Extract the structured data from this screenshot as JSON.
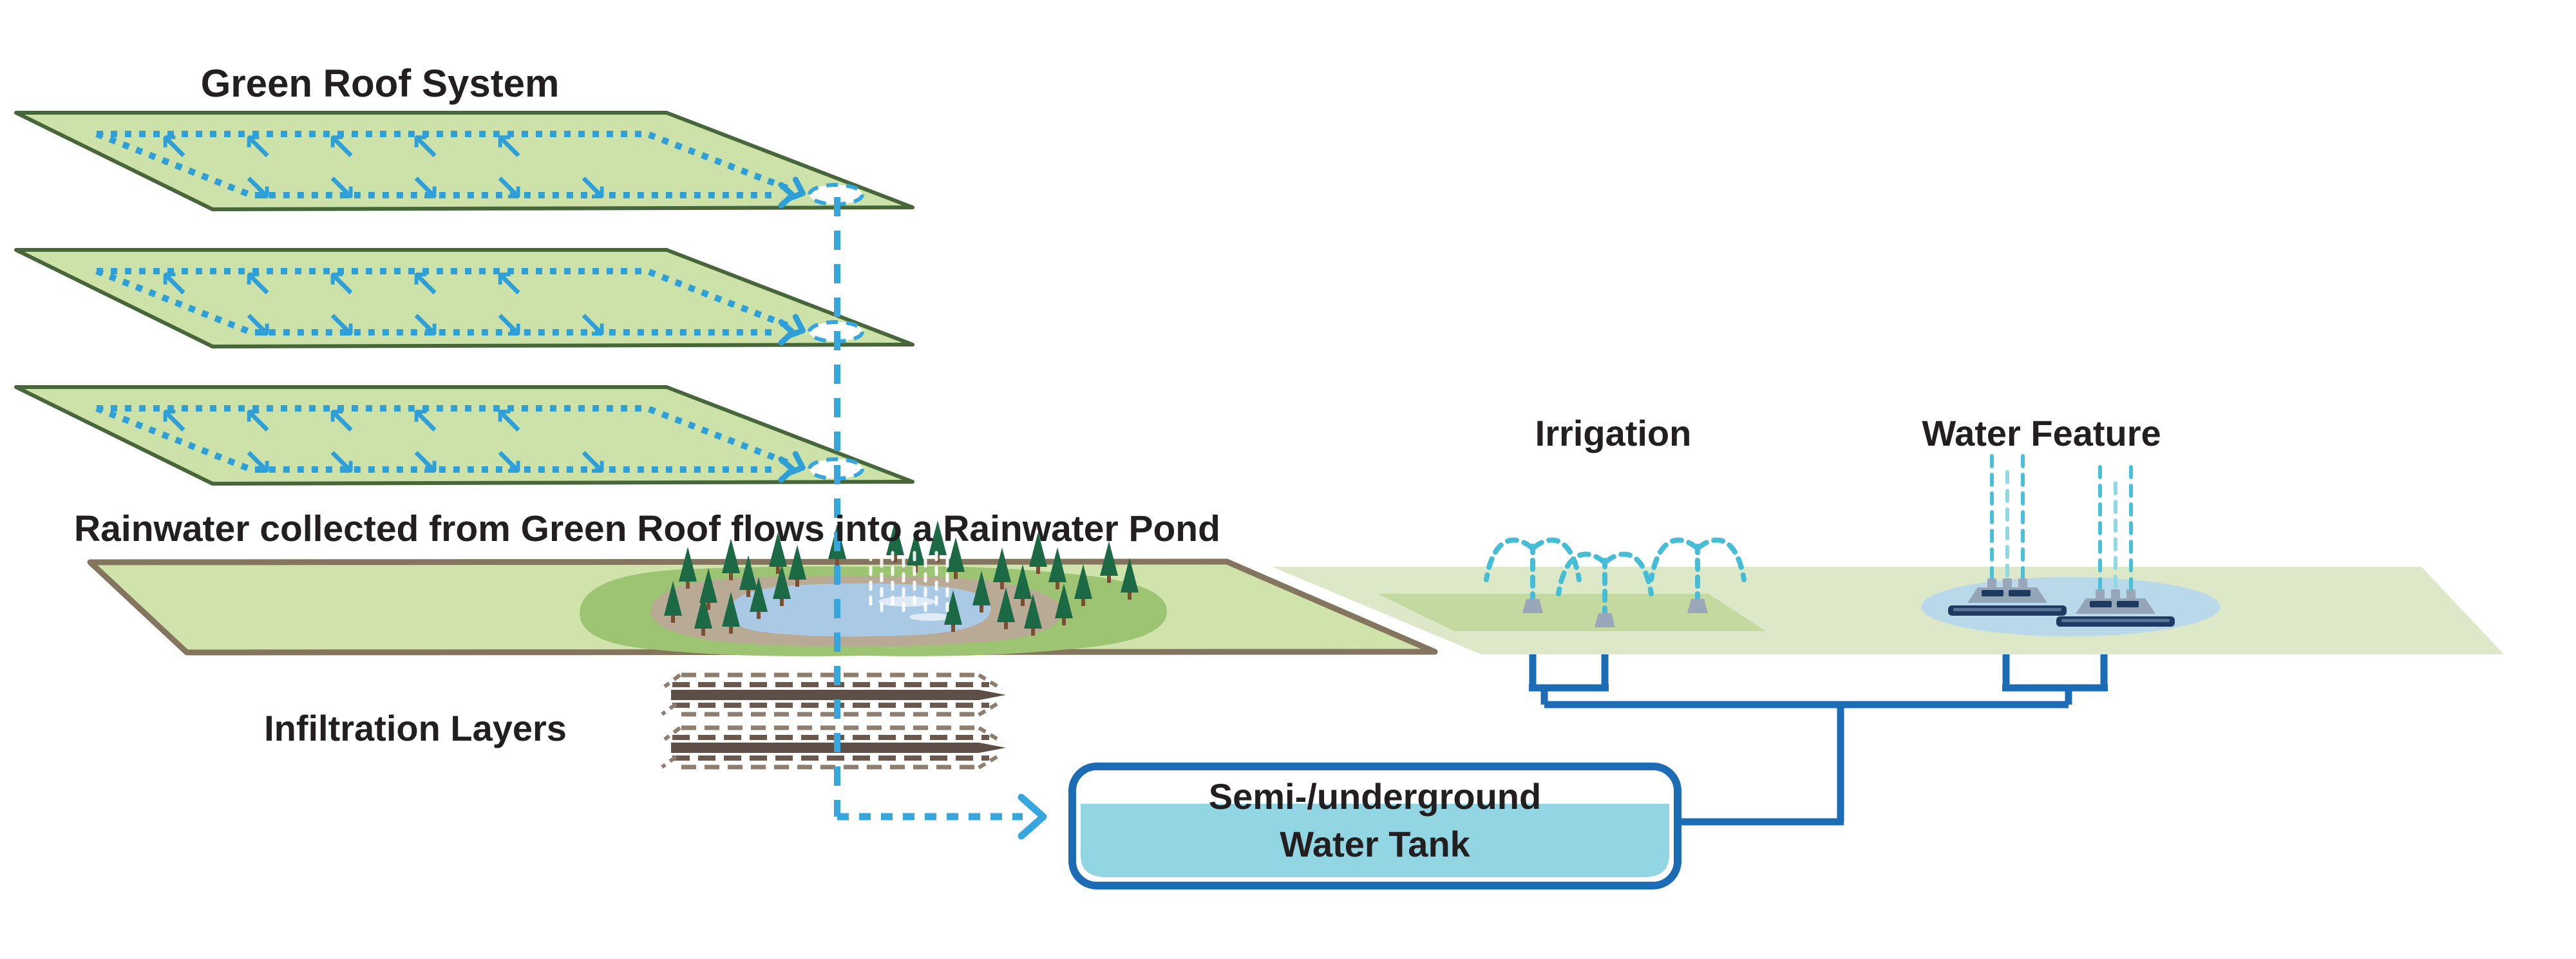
{
  "title": "Green Roof System",
  "caption": "Rainwater collected from Green Roof flows into a Rainwater Pond",
  "labels": {
    "infiltration": "Infiltration Layers",
    "irrigation": "Irrigation",
    "water_feature": "Water Feature",
    "tank_line1": "Semi-/underground",
    "tank_line2": "Water Tank"
  },
  "icons": {
    "roof_arrow_up": "↖",
    "roof_arrow_down": "↘"
  },
  "colors": {
    "text": "#231f20",
    "flow_blue": "#36a6dc",
    "dot_blue": "#2f9fd8",
    "pipe_blue": "#1b6cb5",
    "roof_fill": "#cde2a9",
    "roof_stroke": "#47663a",
    "ground_fill": "#cfe3ab",
    "ground_border": "#84755f",
    "pale_lawn": "#dce8c8",
    "inner_lawn": "#c3d9a0",
    "blob_green": "#9cc472",
    "mud": "#b9aa96",
    "pond_blue": "#a9c9e5",
    "wf_pond": "#b9d8ea",
    "tree_green": "#1c6a45",
    "trunk_brown": "#7a4e32",
    "spray_teal": "#45bdd6",
    "jet_teal": "#4ac0d8",
    "tank_water": "#92d5e3",
    "navy": "#1e3a60",
    "infil_dark": "#5d4f47",
    "infil_mid": "#6b594e",
    "infil_light": "#8f7e70"
  }
}
